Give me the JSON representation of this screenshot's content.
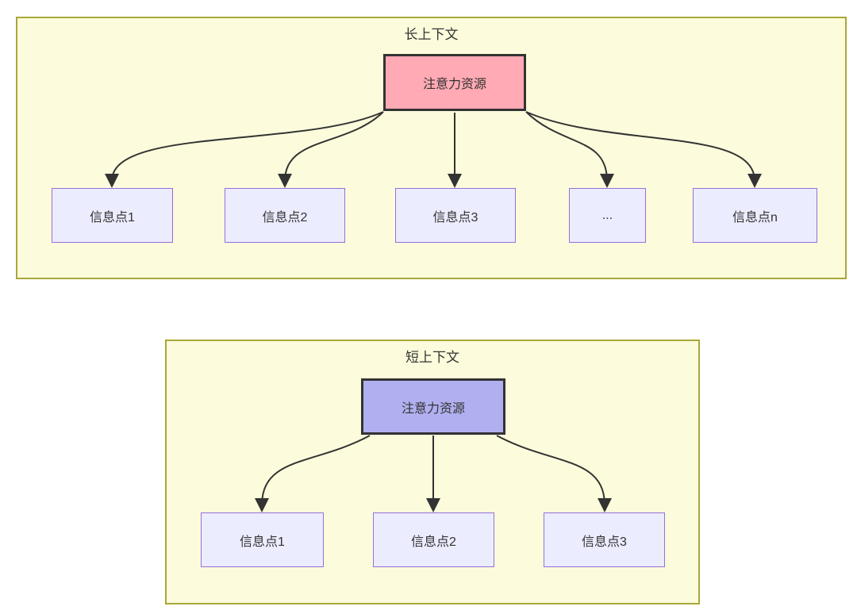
{
  "diagram": {
    "long": {
      "title": "长上下文",
      "source_label": "注意力资源",
      "targets": [
        "信息点1",
        "信息点2",
        "信息点3",
        "...",
        "信息点n"
      ]
    },
    "short": {
      "title": "短上下文",
      "source_label": "注意力资源",
      "targets": [
        "信息点1",
        "信息点2",
        "信息点3"
      ]
    },
    "colors": {
      "container_fill": "#fcfcdc",
      "container_border": "#a8a838",
      "long_source_fill": "#ffaab4",
      "short_source_fill": "#b0b0f0",
      "source_border": "#333333",
      "target_fill": "#ececff",
      "target_border": "#9370db",
      "line": "#333333",
      "text": "#333333"
    }
  }
}
